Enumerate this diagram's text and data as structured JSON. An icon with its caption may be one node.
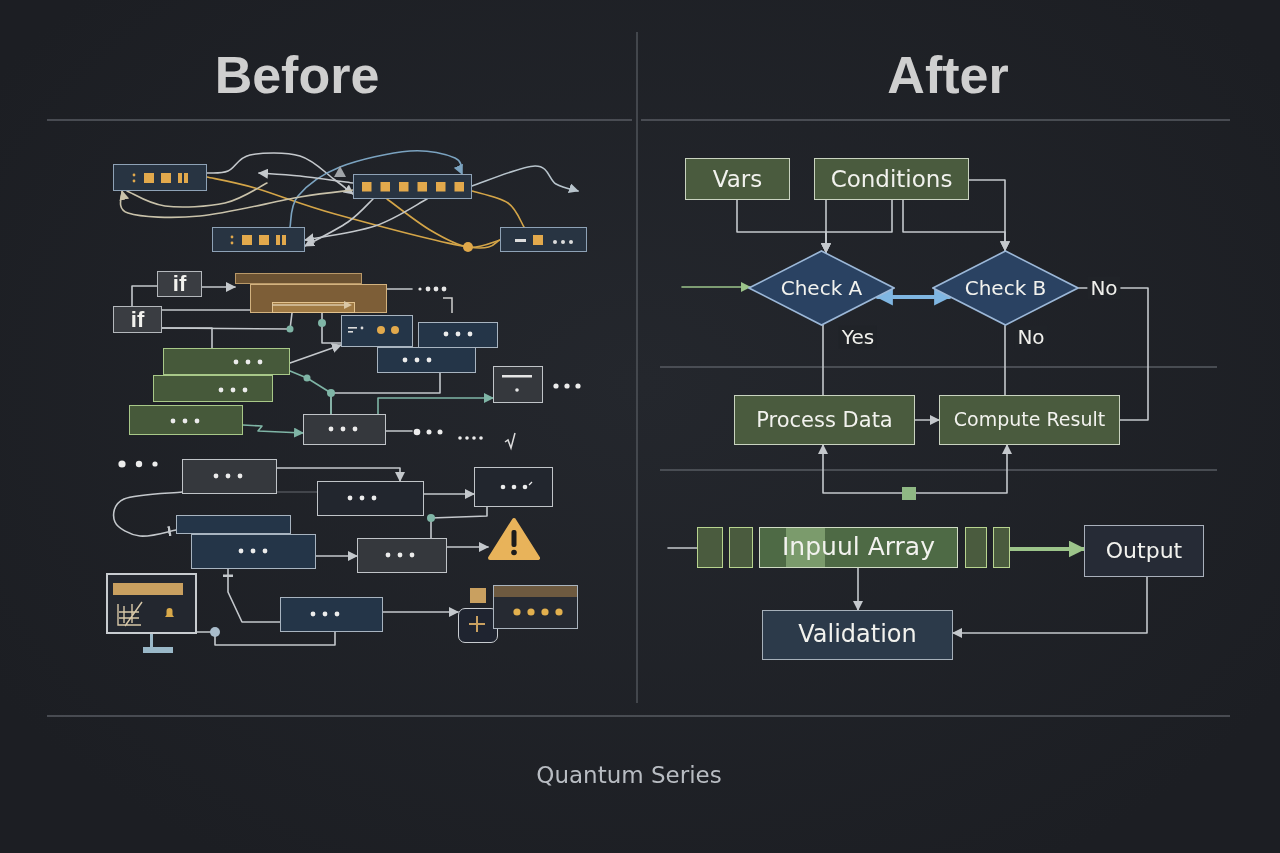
{
  "diagram": {
    "caption": "Quantum Series",
    "nodes": [
      {
        "text": [],
        "shape": "box"
      },
      {
        "text": [],
        "shape": "box"
      },
      {
        "text": [],
        "shape": "box"
      },
      {
        "text": [],
        "shape": "box"
      },
      {
        "text": [
          "if"
        ]
      },
      {
        "text": [],
        "shape": "box"
      },
      {
        "text": [],
        "shape": "box"
      },
      {
        "text": [
          "if"
        ]
      },
      {
        "text": [],
        "shape": "box",
        "in": 6
      },
      {
        "text": [],
        "shape": "box"
      },
      {
        "text": [],
        "shape": "box"
      },
      {
        "text": [],
        "shape": "box"
      },
      {
        "text": [],
        "shape": "box"
      },
      {
        "text": [],
        "shape": "box"
      },
      {
        "text": [],
        "shape": "box"
      },
      {
        "text": [],
        "shape": "box"
      },
      {
        "text": [],
        "shape": "box"
      },
      {
        "text": [],
        "shape": "box"
      },
      {
        "text": [],
        "shape": "box"
      },
      {
        "text": [],
        "shape": "box"
      },
      {
        "text": [],
        "shape": "box"
      },
      {
        "text": [],
        "shape": "box"
      },
      {
        "text": [],
        "shape": "box"
      },
      {
        "text": [],
        "shape": "triangle"
      },
      {
        "text": [],
        "shape": "picture"
      },
      {
        "text": [],
        "shape": "box"
      },
      {
        "text": [],
        "shape": "box"
      },
      {
        "text": [],
        "shape": "box"
      },
      {
        "text": [
          "Vars"
        ]
      },
      {
        "text": [
          "Conditions"
        ]
      },
      {
        "text": [
          "Check A"
        ]
      },
      {
        "text": [
          "Check B"
        ]
      },
      {
        "text": [
          "Process Data"
        ]
      },
      {
        "text": [
          "Compute Result"
        ]
      },
      {
        "text": [],
        "shape": "box"
      },
      {
        "text": [],
        "shape": "box"
      },
      {
        "text": [],
        "shape": "box"
      },
      {
        "text": [
          "Inpuul Array"
        ]
      },
      {
        "text": [],
        "shape": "box"
      },
      {
        "text": [],
        "shape": "box"
      },
      {
        "text": [
          "Output"
        ]
      },
      {
        "text": [
          "Validation"
        ]
      }
    ],
    "edges": [
      {
        "from": 0,
        "to": 1,
        "arrow": "to"
      },
      {
        "from": 0,
        "to": 3,
        "arrow": "none",
        "color": "#d4a548"
      },
      {
        "from": 1,
        "to": 3,
        "arrow": "none",
        "color": "#d4a548"
      },
      {
        "from": 2,
        "to": 1,
        "arrow": "to",
        "color": "#7ba3c0"
      },
      {
        "from": 1,
        "to": 0,
        "arrow": "to",
        "color": "#c9c2aa"
      },
      {
        "from": 1,
        "to": null,
        "arrow": "to"
      },
      {
        "from": 0,
        "to": null,
        "arrow": "none",
        "color": "#c9c2aa"
      },
      {
        "from": 1,
        "to": 2,
        "arrow": "to"
      },
      {
        "from": 1,
        "to": 2,
        "arrow": "to"
      },
      {
        "from": 1,
        "to": null,
        "arrow": "to",
        "color": "#b8c4cc"
      },
      {
        "from": 1,
        "to": 3,
        "arrow": "none",
        "color": "#d4a548"
      },
      {
        "from": 4,
        "to": 7,
        "arrow": "none"
      },
      {
        "from": 4,
        "to": 5,
        "arrow": "to"
      },
      {
        "from": 7,
        "to": 6,
        "arrow": "none"
      },
      {
        "from": 7,
        "to": 8,
        "arrow": "none"
      },
      {
        "from": 7,
        "to": 12,
        "arrow": "none"
      },
      {
        "from": 6,
        "to": null,
        "arrow": "none"
      },
      {
        "from": 8,
        "to": 9,
        "arrow": "none"
      },
      {
        "from": 12,
        "to": 9,
        "arrow": "to"
      },
      {
        "from": 14,
        "to": 16,
        "arrow": "to",
        "color": "#7fb5a6"
      },
      {
        "from": 11,
        "to": 16,
        "arrow": "none"
      },
      {
        "from": 12,
        "to": 16,
        "arrow": "none",
        "color": "#7fb5a6"
      },
      {
        "from": 16,
        "to": 15,
        "arrow": "to",
        "color": "#7fb5a6"
      },
      {
        "from": 16,
        "to": null,
        "arrow": "none"
      },
      {
        "from": 17,
        "to": 18,
        "arrow": "to"
      },
      {
        "from": 17,
        "to": 18,
        "arrow": "none",
        "color": "#4d5157"
      },
      {
        "from": 18,
        "to": 19,
        "arrow": "to"
      },
      {
        "from": 17,
        "to": 20,
        "arrow": "other"
      },
      {
        "from": 21,
        "to": 22,
        "arrow": "to"
      },
      {
        "from": 22,
        "to": 23,
        "arrow": "to"
      },
      {
        "from": 22,
        "to": 19,
        "arrow": "none"
      },
      {
        "from": 24,
        "to": 25,
        "arrow": "none"
      },
      {
        "from": 25,
        "to": 21,
        "arrow": "other"
      },
      {
        "from": 25,
        "to": 26,
        "arrow": "to"
      },
      {
        "from": 28,
        "to": 30,
        "arrow": "to"
      },
      {
        "from": 29,
        "to": 30,
        "arrow": "to"
      },
      {
        "from": 29,
        "to": 30,
        "arrow": "to"
      },
      {
        "from": 29,
        "to": 31,
        "arrow": "to"
      },
      {
        "from": 29,
        "to": 31,
        "arrow": "to"
      },
      {
        "from": null,
        "to": 30,
        "arrow": "to",
        "color": "#9cc48a"
      },
      {
        "from": 30,
        "to": 31,
        "arrow": "both",
        "style": "thick",
        "color": "#7fb6e2"
      },
      {
        "from": 30,
        "to": 32,
        "arrow": "none",
        "label": "Yes"
      },
      {
        "from": 31,
        "to": 33,
        "arrow": "none",
        "label": "No"
      },
      {
        "from": 31,
        "to": 33,
        "arrow": "none",
        "label": "No"
      },
      {
        "from": 32,
        "to": 33,
        "arrow": "to"
      },
      {
        "from": 34,
        "to": 32,
        "arrow": "to"
      },
      {
        "from": 34,
        "to": 33,
        "arrow": "to"
      },
      {
        "from": null,
        "to": 35,
        "arrow": "none"
      },
      {
        "from": 39,
        "to": 40,
        "arrow": "to",
        "style": "thick",
        "color": "#9cc48a"
      },
      {
        "from": 37,
        "to": 41,
        "arrow": "to"
      },
      {
        "from": 40,
        "to": 41,
        "arrow": "to"
      }
    ],
    "labels": [
      "Before",
      "After"
    ]
  }
}
